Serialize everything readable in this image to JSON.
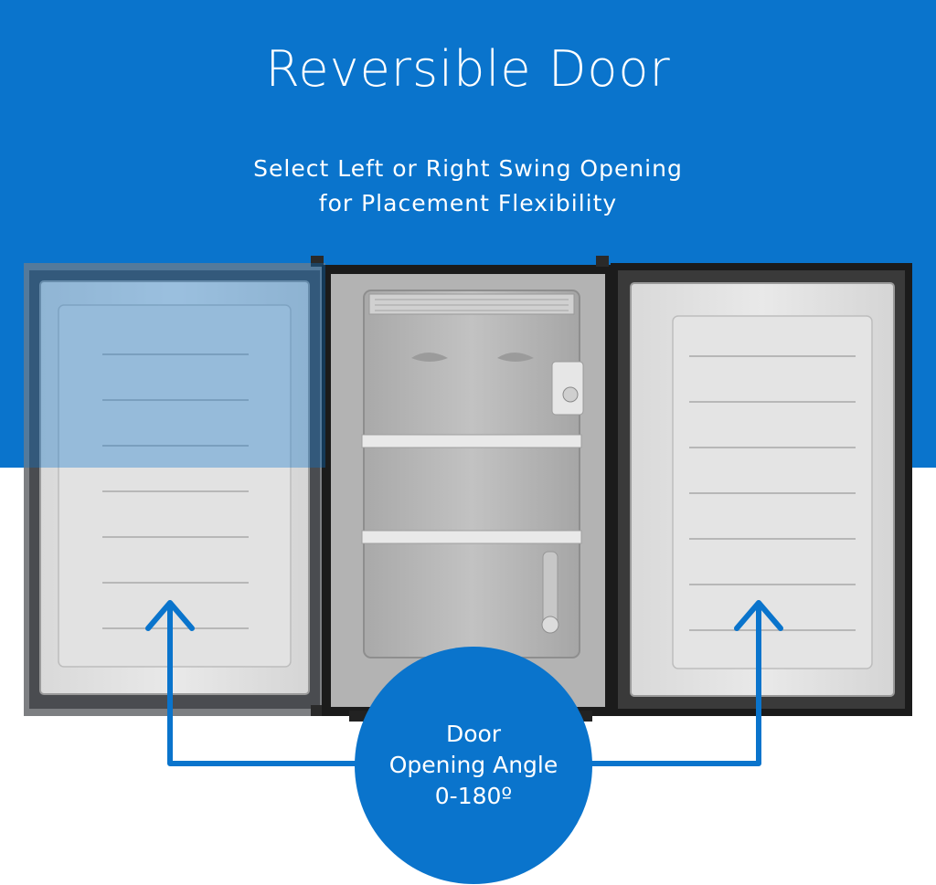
{
  "header": {
    "title": "Reversible Door",
    "subtitle_line1": "Select Left or Right Swing Opening",
    "subtitle_line2": "for Placement Flexibility"
  },
  "badge": {
    "line1": "Door",
    "line2": "Opening Angle",
    "line3": "0-180º"
  },
  "colors": {
    "brand_blue": "#0a74cc",
    "background": "#ffffff",
    "appliance_black": "#1b1b1b",
    "panel_gray": "#c4c4c4"
  },
  "icons": [
    "left-up-arrow-icon",
    "right-up-arrow-icon"
  ]
}
